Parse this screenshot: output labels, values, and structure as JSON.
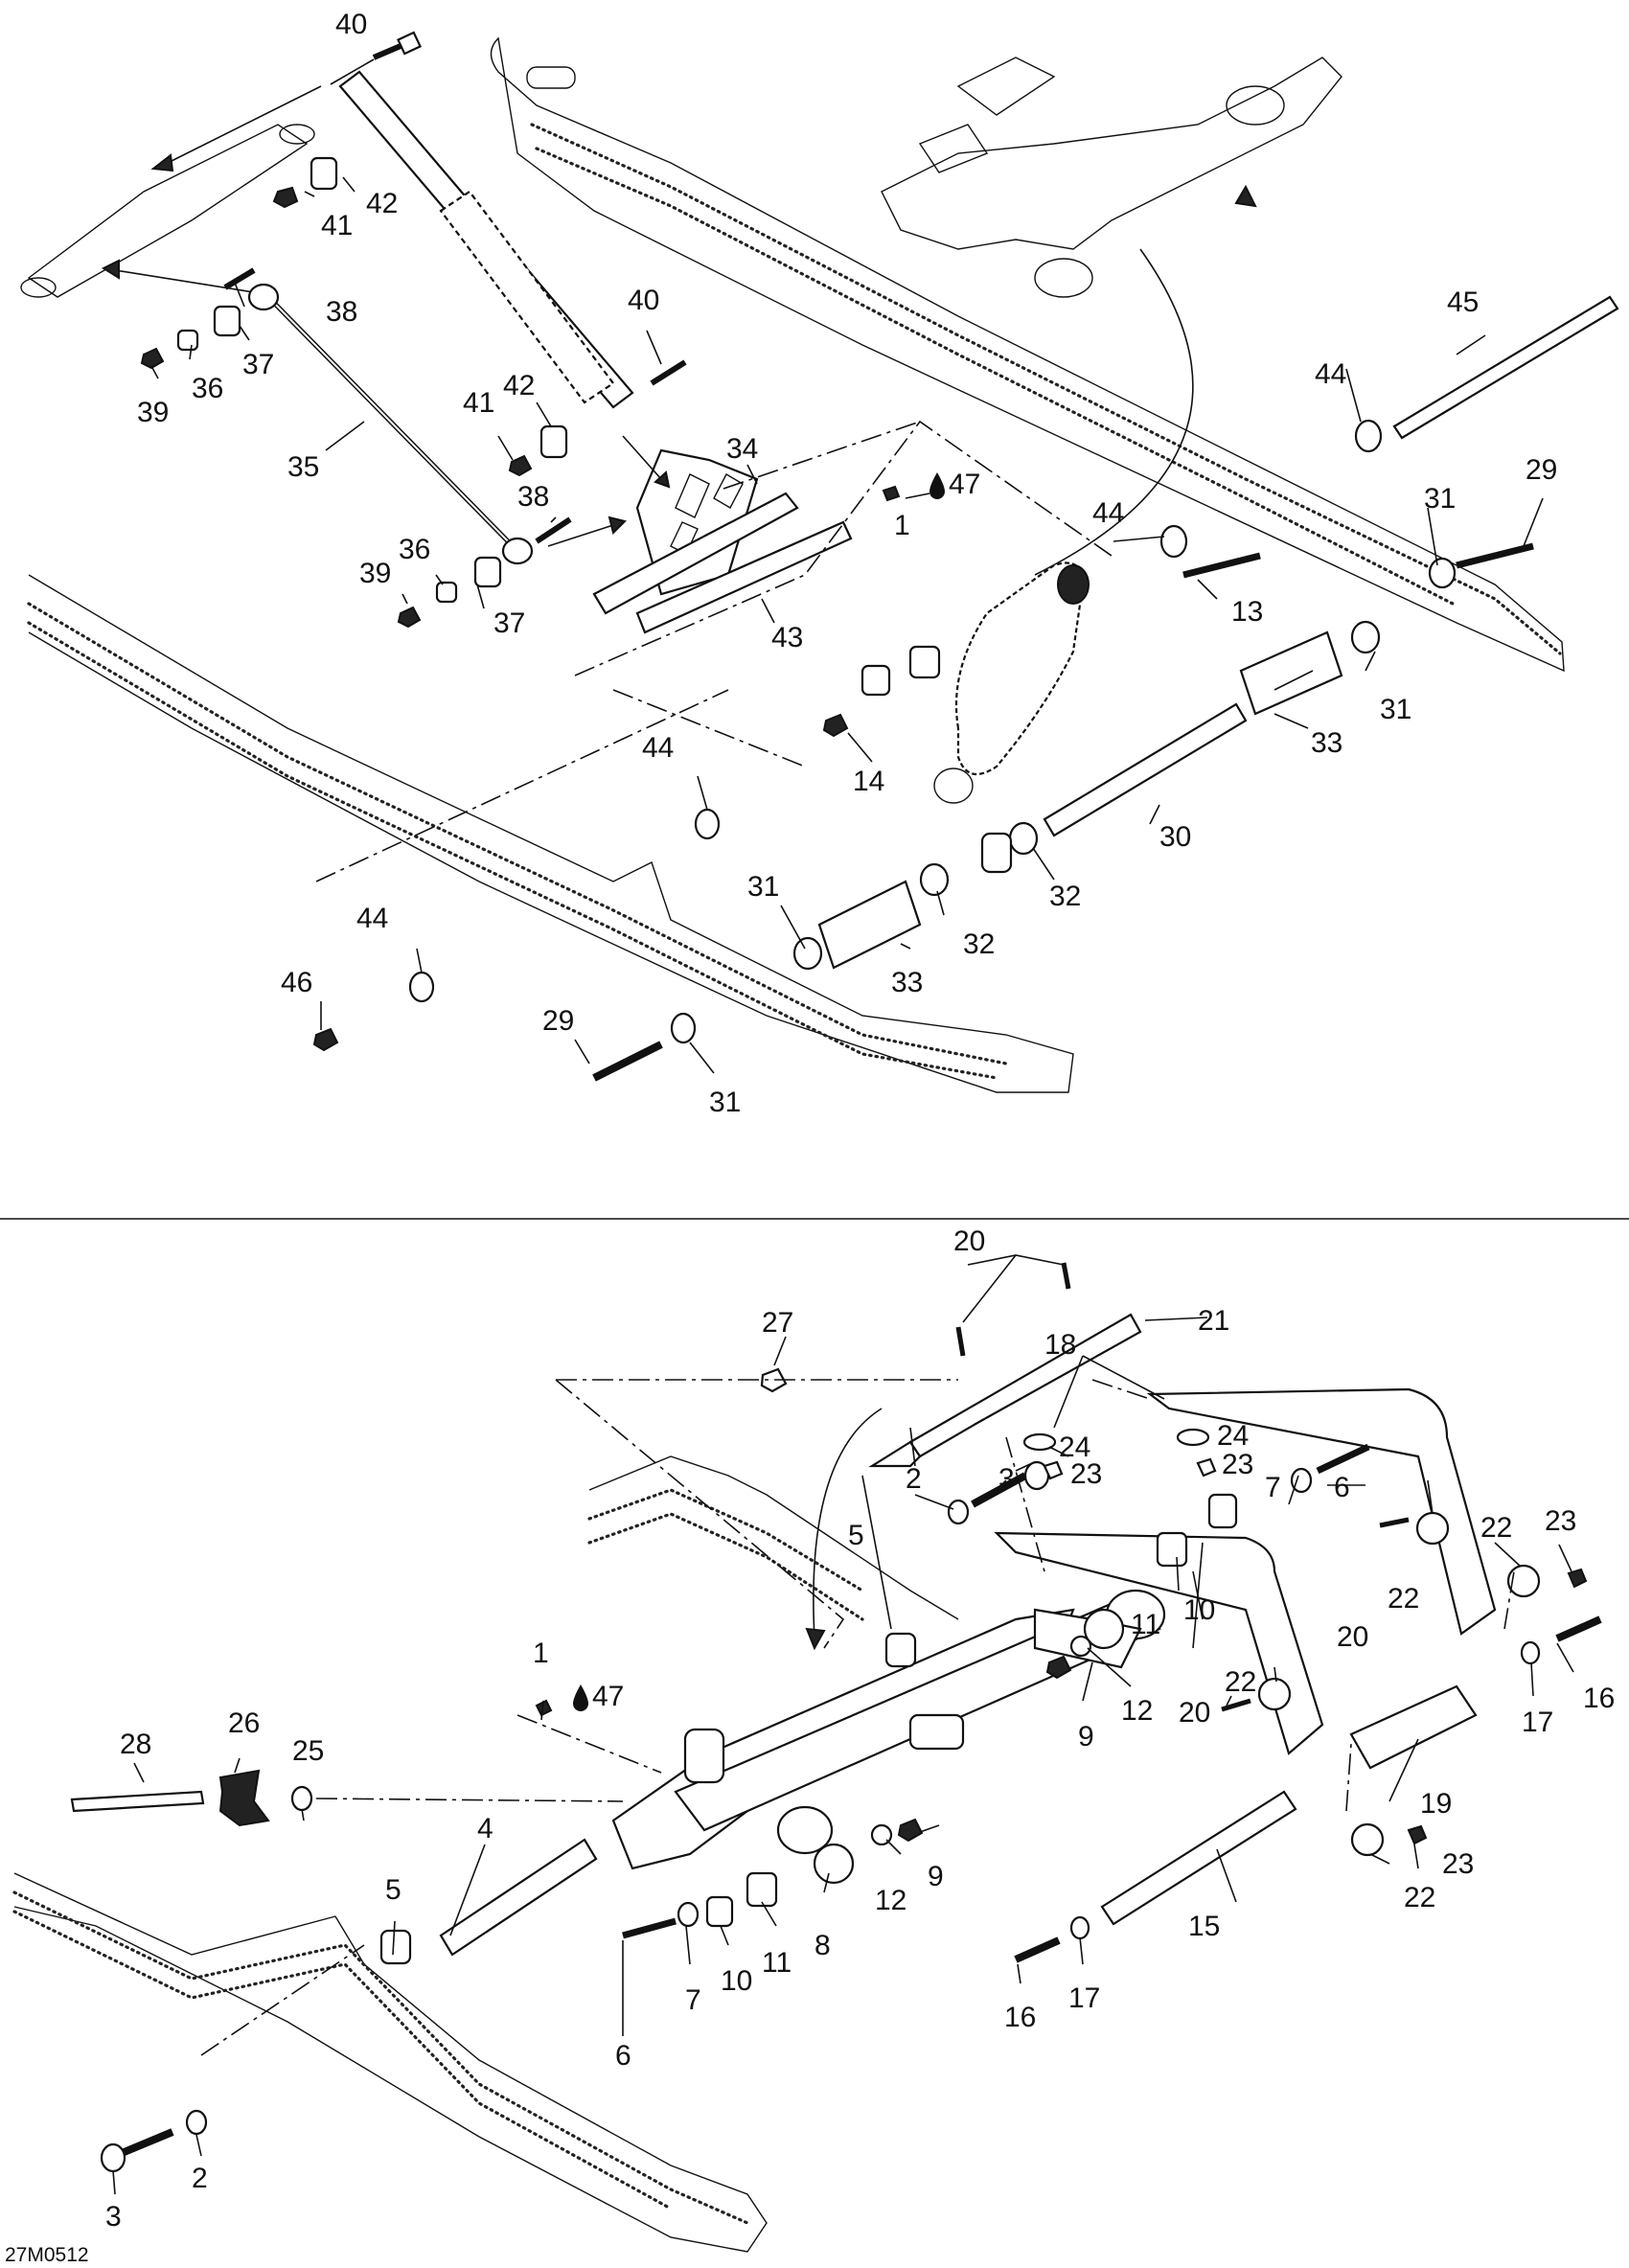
{
  "drawing_code": "27M0512",
  "droplet_symbol": "oil-droplet-icon",
  "callouts": {
    "c1_top": "1",
    "c13": "13",
    "c14": "14",
    "c29_top": "29",
    "c29_bottom": "29",
    "c30": "30",
    "c31_a": "31",
    "c31_b": "31",
    "c31_c": "31",
    "c31_d": "31",
    "c32_a": "32",
    "c32_b": "32",
    "c33_a": "33",
    "c33_b": "33",
    "c34": "34",
    "c35": "35",
    "c36_a": "36",
    "c36_b": "36",
    "c37_a": "37",
    "c37_b": "37",
    "c38_a": "38",
    "c38_b": "38",
    "c39_a": "39",
    "c39_b": "39",
    "c40_a": "40",
    "c40_b": "40",
    "c41_a": "41",
    "c41_b": "41",
    "c42_a": "42",
    "c42_b": "42",
    "c43": "43",
    "c44_a": "44",
    "c44_b": "44",
    "c44_c": "44",
    "c44_d": "44",
    "c45": "45",
    "c46": "46",
    "c47_top": "47",
    "c1_bottom": "1",
    "c2_a": "2",
    "c2_b": "2",
    "c3_a": "3",
    "c3_b": "3",
    "c4": "4",
    "c5_a": "5",
    "c5_b": "5",
    "c6_a": "6",
    "c6_b": "6",
    "c7_a": "7",
    "c7_b": "7",
    "c8": "8",
    "c9_a": "9",
    "c9_b": "9",
    "c10_a": "10",
    "c10_b": "10",
    "c11_a": "11",
    "c11_b": "11",
    "c12_a": "12",
    "c12_b": "12",
    "c15": "15",
    "c16_a": "16",
    "c16_b": "16",
    "c17_a": "17",
    "c17_b": "17",
    "c18": "18",
    "c19": "19",
    "c20_a": "20",
    "c20_b": "20",
    "c20_c": "20",
    "c21": "21",
    "c22_a": "22",
    "c22_b": "22",
    "c22_c": "22",
    "c22_d": "22",
    "c23_a": "23",
    "c23_b": "23",
    "c23_c": "23",
    "c23_d": "23",
    "c24_a": "24",
    "c24_b": "24",
    "c25": "25",
    "c26": "26",
    "c27": "27",
    "c28": "28",
    "c47_bottom": "47"
  }
}
